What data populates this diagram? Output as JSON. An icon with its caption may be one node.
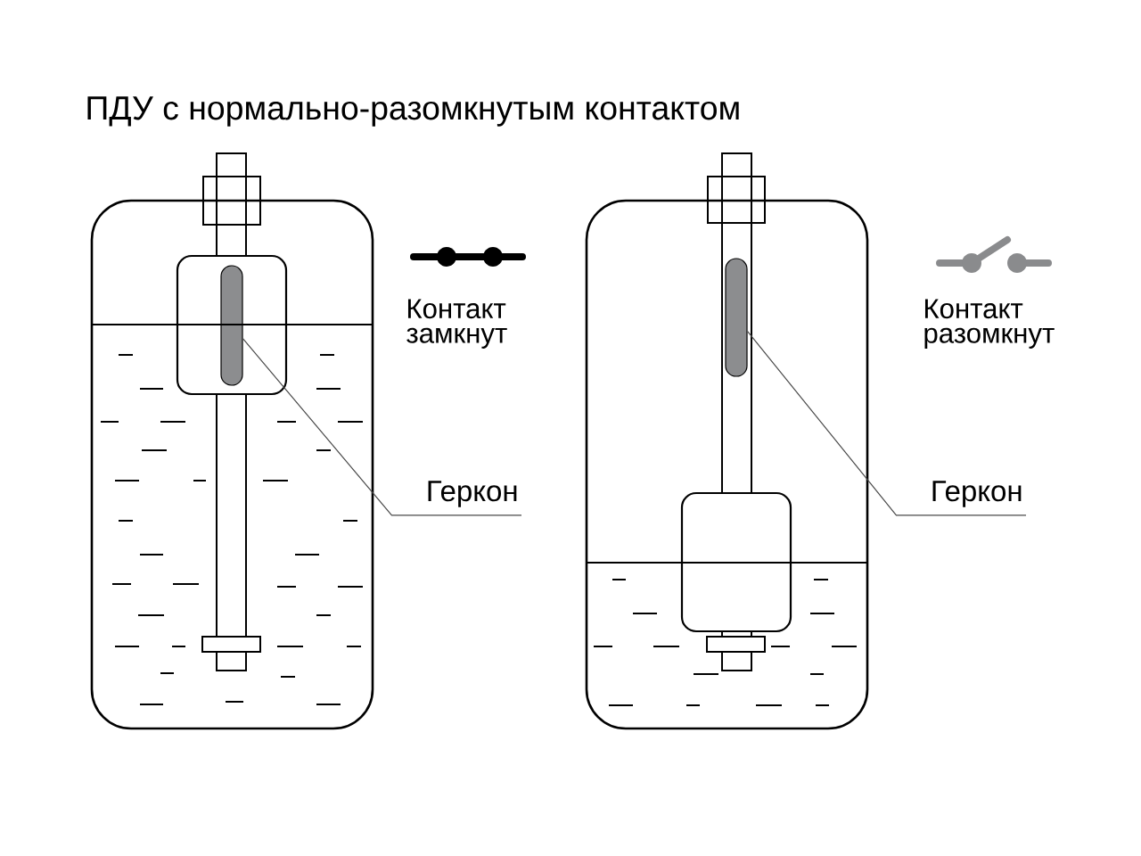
{
  "diagram": {
    "title": "ПДУ с нормально-разомкнутым контактом",
    "nodes": [
      {
        "text": [],
        "shape": "box"
      },
      {
        "text": [],
        "shape": "bar",
        "in": 0
      },
      {
        "text": [
          "Геркон"
        ]
      },
      {
        "text": [],
        "shape": "bar"
      },
      {
        "text": [
          "Геркон"
        ]
      },
      {
        "text": [],
        "shape": "box"
      }
    ],
    "edges": [
      {
        "from": 2,
        "to": 1,
        "arrow": "none"
      },
      {
        "from": 4,
        "to": 3,
        "arrow": "none"
      }
    ],
    "labels": [
      "Контакт замкнут",
      "Контакт разомкнут"
    ]
  }
}
